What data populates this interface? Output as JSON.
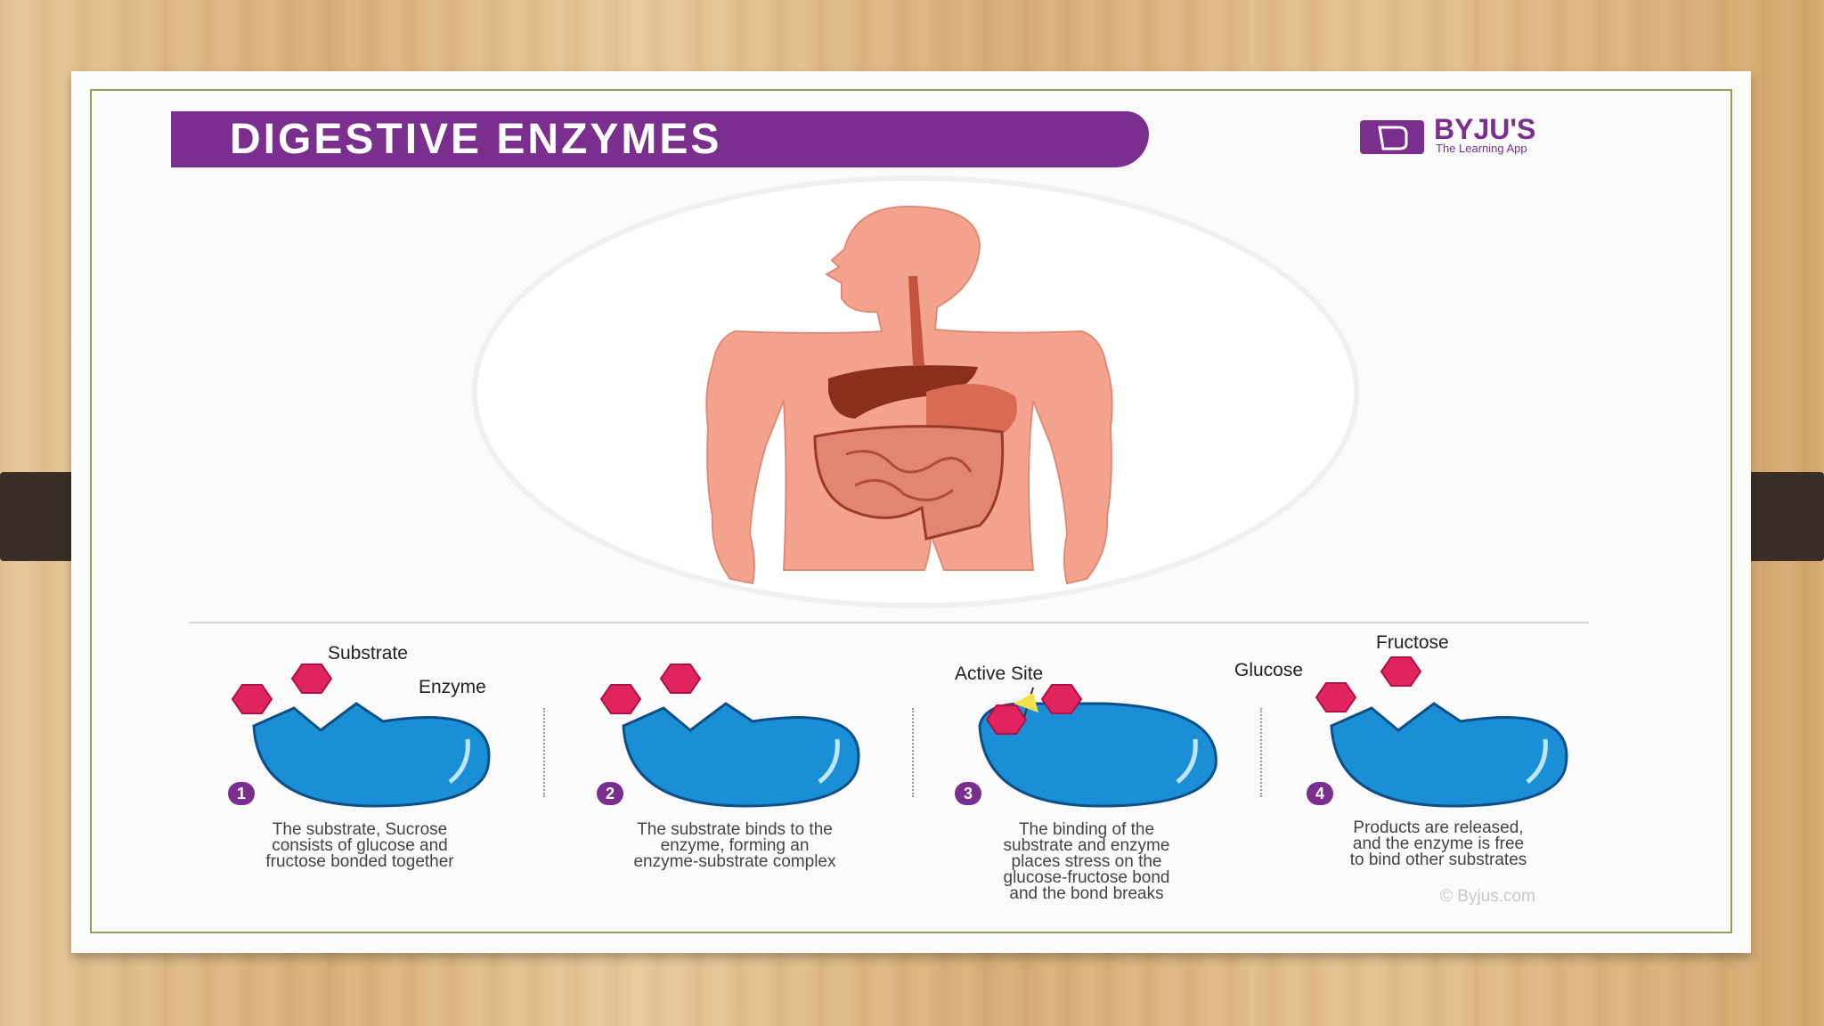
{
  "title": "DIGESTIVE ENZYMES",
  "logo": {
    "name": "BYJU'S",
    "tagline": "The Learning App",
    "icon": "byjus-logo-icon"
  },
  "steps": [
    {
      "number": "1",
      "labels": [
        "Substrate",
        "Enzyme"
      ],
      "description": "The substrate, Sucrose\nconsists of glucose and\nfructose bonded together"
    },
    {
      "number": "2",
      "labels": [],
      "description": "The substrate binds to the\nenzyme, forming an\nenzyme-substrate complex"
    },
    {
      "number": "3",
      "labels": [
        "Active Site"
      ],
      "description": "The binding of the\nsubstrate and enzyme\nplaces stress on the\nglucose-fructose bond\nand the bond breaks"
    },
    {
      "number": "4",
      "labels": [
        "Glucose",
        "Fructose"
      ],
      "description": "Products are released,\nand the enzyme is free\nto bind other substrates"
    }
  ],
  "credit": "© Byjus.com",
  "colors": {
    "brand": "#7a2e8e",
    "enzyme": "#1a8fd6",
    "substrate": "#e0245e",
    "skin": "#f4a38f"
  }
}
